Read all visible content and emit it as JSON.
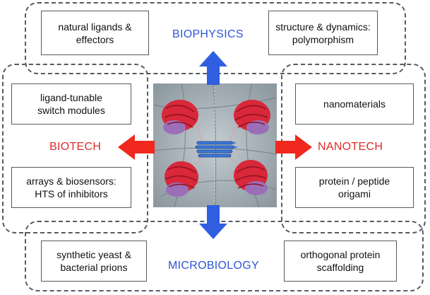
{
  "regions": {
    "biophysics": {
      "label": "BIOPHYSICS",
      "boxes": [
        "natural ligands &\neffectors",
        "structure & dynamics:\npolymorphism"
      ]
    },
    "biotech": {
      "label": "BIOTECH",
      "boxes": [
        "ligand-tunable\nswitch modules",
        "arrays & biosensors:\nHTS of inhibitors"
      ]
    },
    "nanotech": {
      "label": "NANOTECH",
      "boxes": [
        "nanomaterials",
        "protein / peptide\norigami"
      ]
    },
    "microbiology": {
      "label": "MICROBIOLOGY",
      "boxes": [
        "synthetic yeast &\nbacterial prions",
        "orthogonal protein\nscaffolding"
      ]
    }
  },
  "colors": {
    "blue_arrow": "#2f5fe0",
    "red_arrow": "#f0281e",
    "border": "#555b61",
    "protein_red": "#d8283a",
    "protein_purple": "#9a6fb8",
    "core_blue": "#3a78d8"
  },
  "icons": {
    "arrow_up": "arrow-up-icon",
    "arrow_down": "arrow-down-icon",
    "arrow_left": "arrow-left-icon",
    "arrow_right": "arrow-right-icon",
    "center": "amyloid-fibril-protein-image"
  }
}
